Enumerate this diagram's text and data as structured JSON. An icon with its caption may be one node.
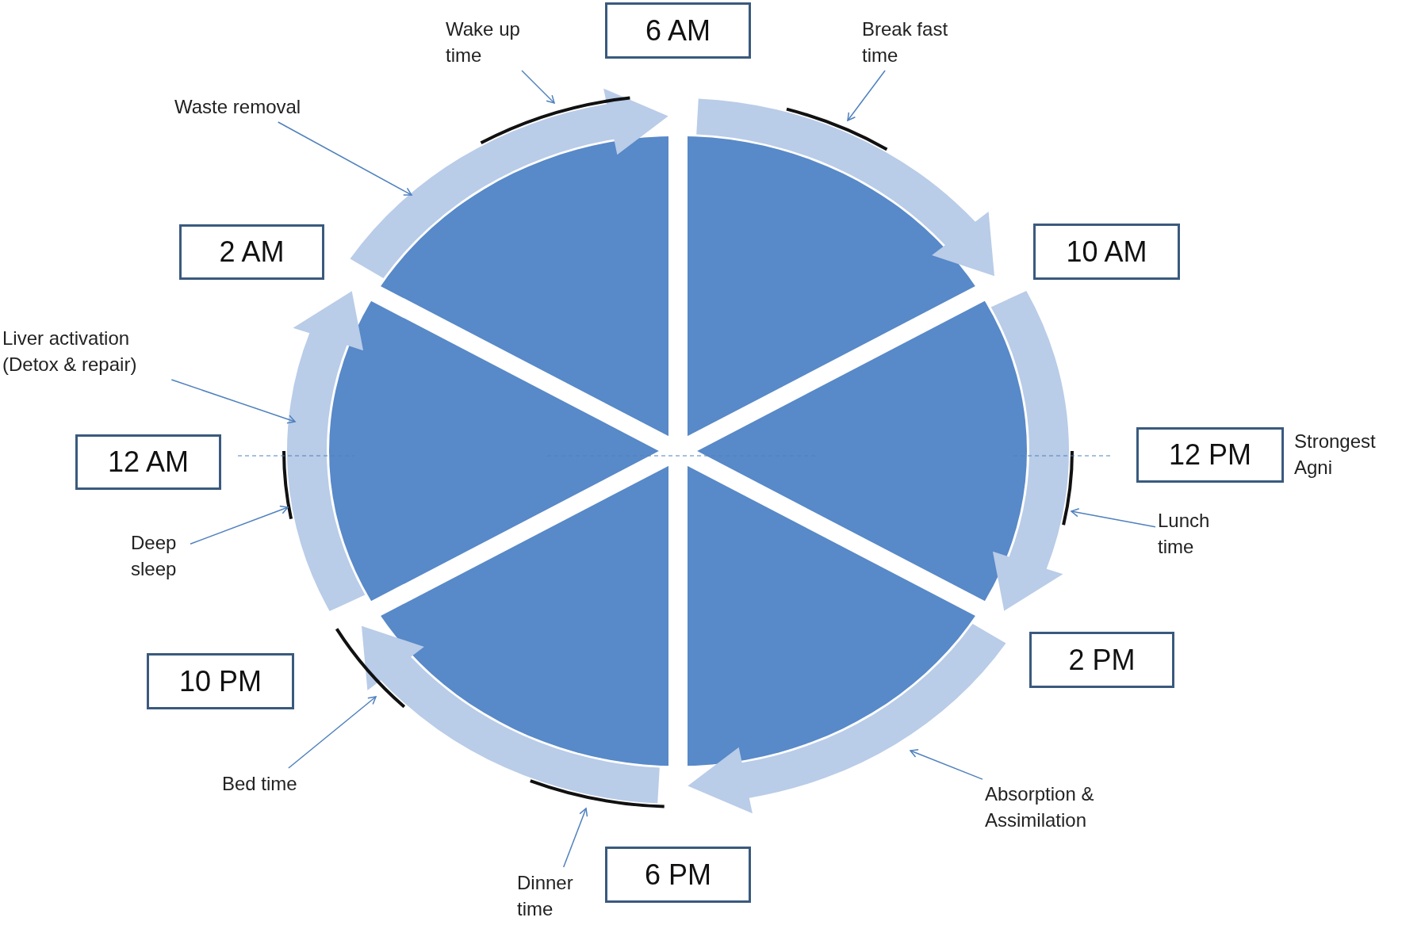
{
  "diagram": {
    "nodes": [
      {
        "text": [
          "Wake up time"
        ]
      },
      {
        "text": [
          "6 AM"
        ]
      },
      {
        "text": [
          "Break fast time"
        ]
      },
      {
        "text": [
          "Waste removal"
        ]
      },
      {
        "text": [
          "2 AM"
        ]
      },
      {
        "text": [
          "10 AM"
        ]
      },
      {
        "text": [
          "Liver activation (Detox & repair)"
        ]
      },
      {
        "text": [
          "12 PM"
        ],
        "beside": [
          "Strongest Agni"
        ]
      },
      {
        "text": [
          "12 AM"
        ]
      },
      {
        "text": [
          "Deep sleep"
        ]
      },
      {
        "text": [
          "Lunch time"
        ]
      },
      {
        "text": [
          "2 PM"
        ]
      },
      {
        "text": [
          "10 PM"
        ]
      },
      {
        "text": [
          "Bed time"
        ]
      },
      {
        "text": [
          "Absorption & Assimilation"
        ]
      },
      {
        "text": [
          "Dinner time"
        ]
      },
      {
        "text": [
          "6 PM"
        ]
      }
    ],
    "edges": [
      {
        "from": 0,
        "to": null,
        "arrow": "to"
      },
      {
        "from": 2,
        "to": null,
        "arrow": "to"
      },
      {
        "from": 3,
        "to": null,
        "arrow": "to"
      },
      {
        "from": 6,
        "to": null,
        "arrow": "to"
      },
      {
        "from": 9,
        "to": null,
        "arrow": "to"
      },
      {
        "from": 10,
        "to": null,
        "arrow": "to"
      },
      {
        "from": 13,
        "to": null,
        "arrow": "to"
      },
      {
        "from": 14,
        "to": null,
        "arrow": "to"
      },
      {
        "from": 15,
        "to": null,
        "arrow": "to"
      }
    ]
  }
}
